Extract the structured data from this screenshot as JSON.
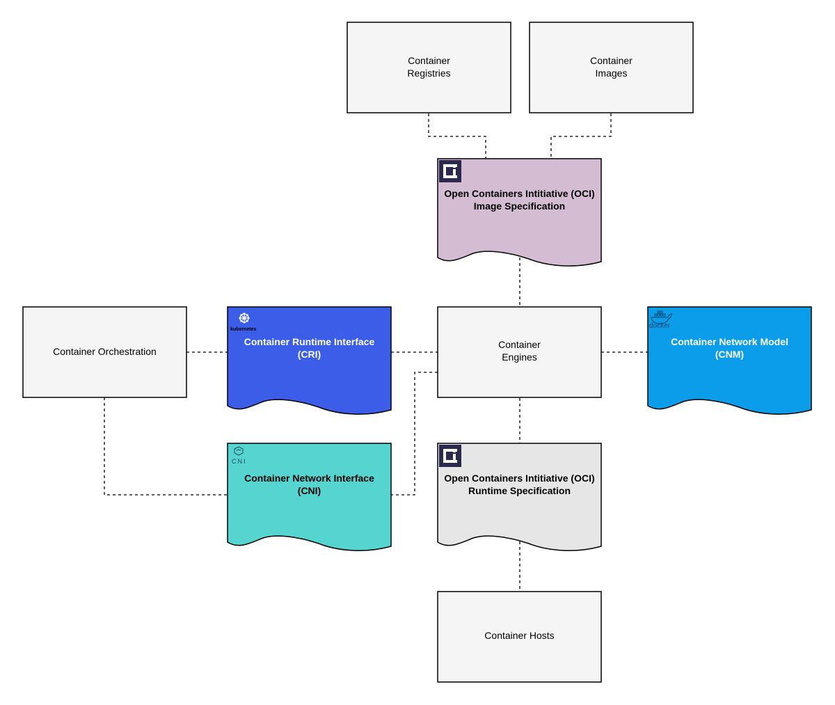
{
  "nodes": {
    "registries": {
      "lines": [
        "Container",
        "Registries"
      ]
    },
    "images": {
      "lines": [
        "Container",
        "Images"
      ]
    },
    "oci_image": {
      "lines": [
        "Open Containers Intitiative (OCI)",
        "Image Specification"
      ],
      "fill": "#d4bdd2"
    },
    "orchestration": {
      "lines": [
        "Container Orchestration"
      ]
    },
    "cri": {
      "lines": [
        "Container Runtime Interface",
        "(CRI)"
      ],
      "fill": "#3b5de7",
      "logo_text": "kubernetes"
    },
    "engines": {
      "lines": [
        "Container",
        "Engines"
      ]
    },
    "cnm": {
      "lines": [
        "Container Network Model",
        "(CNM)"
      ],
      "fill": "#0b9de9",
      "logo_text": "docker"
    },
    "cni": {
      "lines": [
        "Container Network Interface",
        "(CNI)"
      ],
      "fill": "#56d4cf",
      "logo_text": "CNI"
    },
    "oci_runtime": {
      "lines": [
        "Open Containers Intitiative (OCI)",
        "Runtime Specification"
      ],
      "fill": "#e6e6e6"
    },
    "hosts": {
      "lines": [
        "Container Hosts"
      ]
    }
  },
  "colors": {
    "box_fill": "#f5f5f5",
    "stroke": "#000000",
    "oci_logo": "#2b2a4e"
  },
  "icons": {
    "oci": "oci-logo-icon",
    "kubernetes": "kubernetes-helm-icon",
    "cni": "cni-logo-icon",
    "docker": "docker-whale-icon"
  }
}
